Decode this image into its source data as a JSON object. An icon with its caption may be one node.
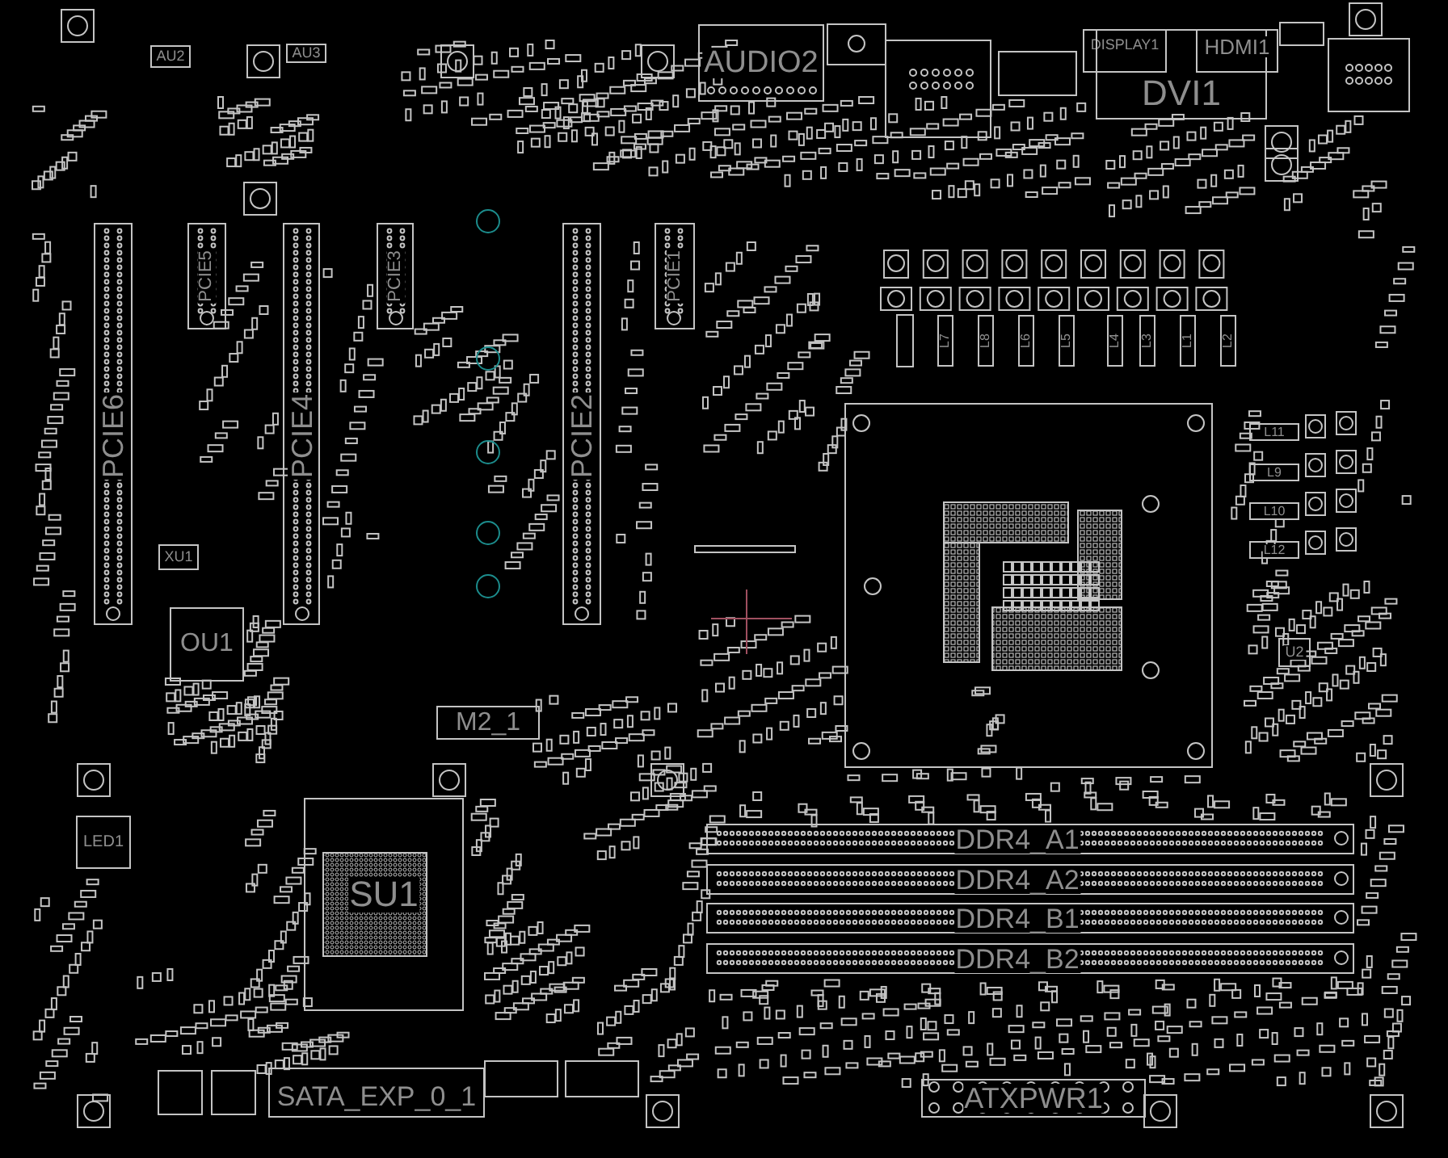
{
  "diagram": {
    "nodes": [
      {
        "text": [
          "AU2"
        ]
      },
      {
        "text": [
          "AU3"
        ]
      },
      {
        "text": [
          "AUDIO2"
        ]
      },
      {
        "text": [
          "DISPLAY1"
        ]
      },
      {
        "text": [
          "DVI1"
        ]
      },
      {
        "text": [
          "HDMI1"
        ]
      },
      {
        "text": [
          "PCIE6"
        ]
      },
      {
        "text": [
          "PCIE5"
        ]
      },
      {
        "text": [
          "PCIE4"
        ]
      },
      {
        "text": [
          "PCIE3"
        ]
      },
      {
        "text": [
          "PCIE2"
        ]
      },
      {
        "text": [
          "PCIE1"
        ]
      },
      {
        "text": [
          "L7"
        ]
      },
      {
        "text": [
          "L8"
        ]
      },
      {
        "text": [
          "L6"
        ]
      },
      {
        "text": [
          "L5"
        ]
      },
      {
        "text": [
          "L4"
        ]
      },
      {
        "text": [
          "L3"
        ]
      },
      {
        "text": [
          "L1"
        ]
      },
      {
        "text": [
          "L2"
        ]
      },
      {
        "text": [
          "L11"
        ]
      },
      {
        "text": [
          "L9"
        ]
      },
      {
        "text": [
          "L10"
        ]
      },
      {
        "text": [
          "L12"
        ]
      },
      {
        "text": [
          "XU1"
        ]
      },
      {
        "text": [
          "OU1"
        ]
      },
      {
        "text": [
          "U2"
        ]
      },
      {
        "text": [
          "M2_1"
        ]
      },
      {
        "text": [
          "SU1"
        ]
      },
      {
        "text": [
          "LED1"
        ]
      },
      {
        "text": [
          "DDR4_A1"
        ]
      },
      {
        "text": [
          "DDR4_A2"
        ]
      },
      {
        "text": [
          "DDR4_B1"
        ]
      },
      {
        "text": [
          "DDR4_B2"
        ]
      },
      {
        "text": [
          "SATA_EXP_0_1"
        ]
      },
      {
        "text": [
          "ATXPWR1"
        ]
      }
    ]
  }
}
